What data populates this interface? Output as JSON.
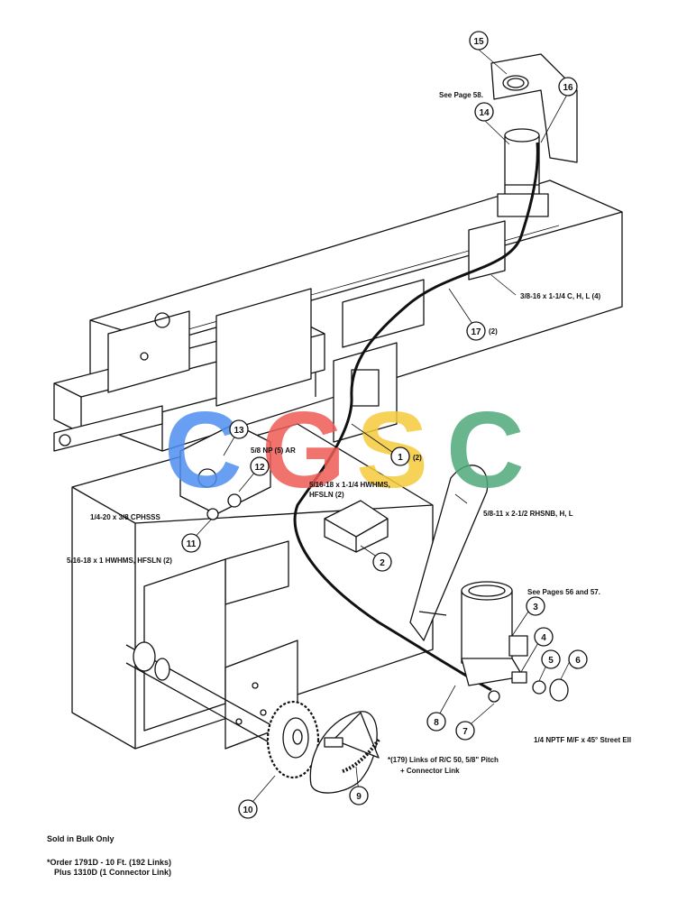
{
  "watermark": {
    "letters": [
      "C",
      "G",
      "S",
      "C"
    ],
    "colors": [
      "#4f8ff0",
      "#ef5b55",
      "#f6cb3b",
      "#4fa97a"
    ]
  },
  "callouts": [
    "15",
    "16",
    "14",
    "17",
    "13",
    "12",
    "11",
    "1",
    "2",
    "3",
    "4",
    "5",
    "6",
    "7",
    "8",
    "9",
    "10"
  ],
  "callout_suffix": {
    "17": "(2)",
    "1": "(2)"
  },
  "labels": {
    "see_page_58": "See Page 58.",
    "bolt_3_8": "3/8-16 x 1-1/4 C, H, L (4)",
    "nut_5_8": "5/8 NP (5) AR",
    "hwhms_5_16_a": "5/16-18 x 1-1/4 HWHMS,",
    "hfsln_a": "HFSLN (2)",
    "cphsss": "1/4-20 x 3/8 CPHSSS",
    "hwhms_5_16_b": "5/16-18 x 1 HWHMS,  HFSLN (2)",
    "rhsnb": "5/8-11 x 2-1/2 RHSNB, H, L",
    "see_pages_56_57": "See Pages 56 and 57.",
    "street_ell": "1/4 NPTF M/F x 45° Street Ell",
    "links_line1": "*(179) Links of R/C 50, 5/8\" Pitch",
    "links_line2": "+ Connector Link"
  },
  "footer": {
    "bulk": "Sold in Bulk Only",
    "order_line1": "*Order 1791D - 10 Ft. (192 Links)",
    "order_line2": "Plus 1310D (1 Connector Link)"
  }
}
